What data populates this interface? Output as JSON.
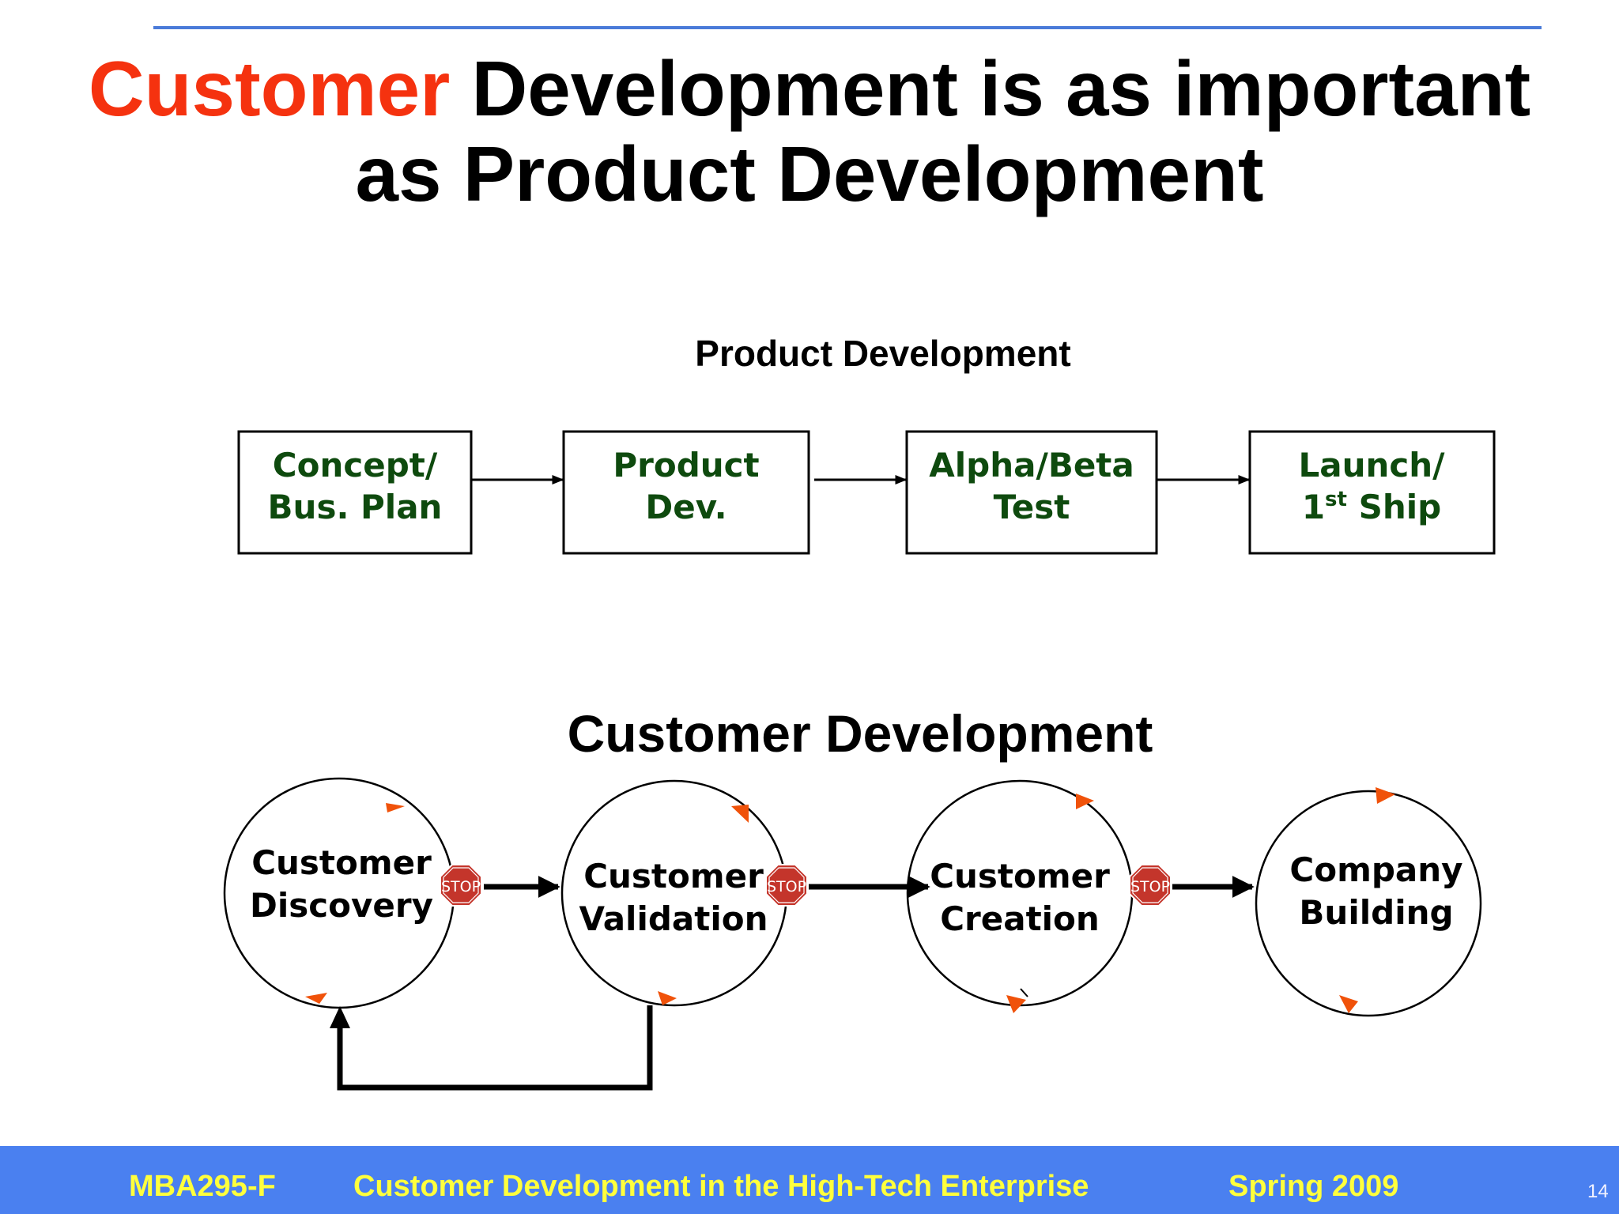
{
  "slide": {
    "title_accent": "Customer",
    "title_rest_line1": " Development is as important",
    "title_line2": "as Product Development"
  },
  "product_development": {
    "heading": "Product Development",
    "boxes": [
      {
        "line1": "Concept/",
        "line2": "Bus. Plan"
      },
      {
        "line1": "Product",
        "line2": "Dev."
      },
      {
        "line1": "Alpha/Beta",
        "line2": "Test"
      },
      {
        "line1": "Launch/",
        "line2_prefix": "1",
        "line2_sup": "st",
        "line2_suffix": " Ship"
      }
    ]
  },
  "customer_development": {
    "heading": "Customer Development",
    "stages": [
      {
        "line1": "Customer",
        "line2": "Discovery"
      },
      {
        "line1": "Customer",
        "line2": "Validation"
      },
      {
        "line1": "Customer",
        "line2": "Creation"
      },
      {
        "line1": "Company",
        "line2": "Building"
      }
    ],
    "stop_sign_text": "STOP"
  },
  "footer": {
    "course": "MBA295-F",
    "course_title": "Customer Development in the High-Tech Enterprise",
    "term": "Spring 2009",
    "page_number": "14"
  },
  "colors": {
    "accent_red": "#f5320f",
    "box_text_green": "#0e4a0e",
    "footer_bg": "#4a80f0",
    "footer_text": "#ffff3c",
    "rule_blue": "#4a7bd9",
    "arrowhead_orange": "#f0520a",
    "stop_red": "#c4352b"
  }
}
